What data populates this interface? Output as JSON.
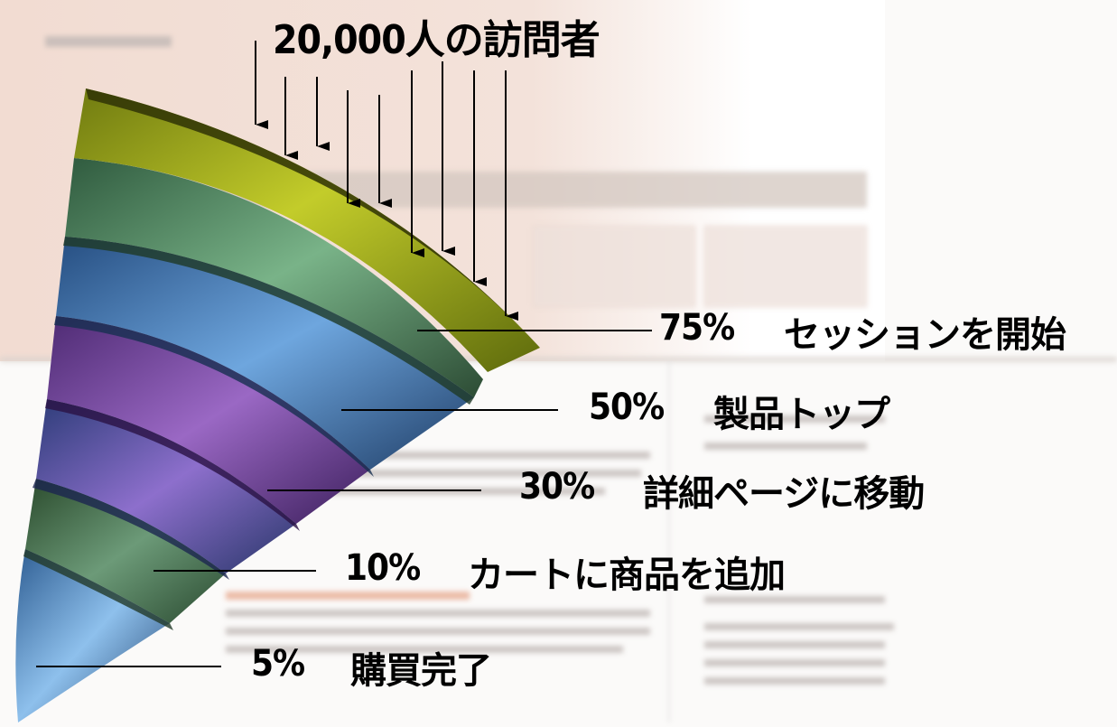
{
  "title": "20,000人の訪問者",
  "stages": [
    {
      "percent": "75%",
      "label": "セッションを開始",
      "color": "#aab418"
    },
    {
      "percent": "50%",
      "label": "製品トップ",
      "color": "#5f9a6c"
    },
    {
      "percent": "30%",
      "label": "詳細ページに移動",
      "color": "#5f8fc9"
    },
    {
      "percent": "10%",
      "label": "カートに商品を追加",
      "color": "#8a5aae"
    },
    {
      "percent": "5%",
      "label": "購買完了",
      "color": "#6a82c2"
    }
  ]
}
